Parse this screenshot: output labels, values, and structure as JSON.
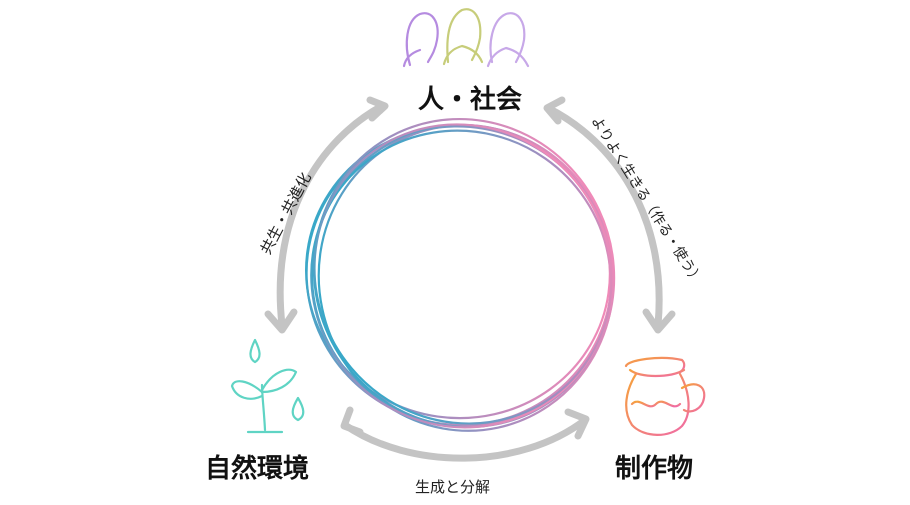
{
  "diagram": {
    "nodes": {
      "top": {
        "label": "人・社会",
        "icon": "people-icon"
      },
      "left": {
        "label": "自然環境",
        "icon": "sprout-icon"
      },
      "right": {
        "label": "制作物",
        "icon": "pot-icon"
      }
    },
    "edges": {
      "left_arc": {
        "label": "共生・共進化",
        "icon": "double-arrow-icon"
      },
      "right_arc": {
        "label": "よりよく生きる（作る・使う）",
        "icon": "double-arrow-icon"
      },
      "bottom_arc": {
        "label": "生成と分解",
        "icon": "double-arrow-icon"
      }
    },
    "colors": {
      "arrow": "#c4c4c4",
      "people": "#b58be0",
      "people_alt": "#c7cd7a",
      "sprout": "#5fd4c4",
      "pot": "#f28a3f",
      "pot_gradient_end": "#f06aa8",
      "ring_teal": "#38a8c8",
      "ring_purple": "#a48ec0",
      "ring_pink": "#f08ab8"
    }
  }
}
